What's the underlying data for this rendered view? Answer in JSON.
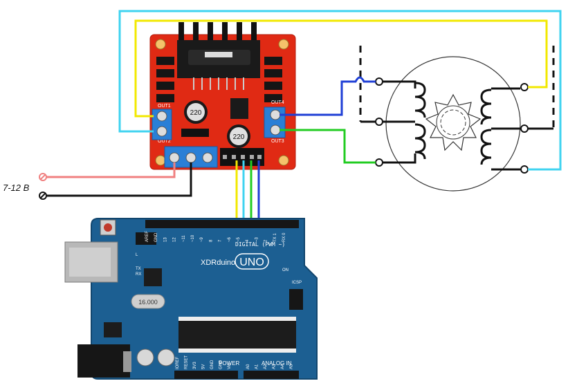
{
  "colors": {
    "wire_cyan": "#3fd3f0",
    "wire_yellow": "#f2e800",
    "wire_blue": "#1f3fd6",
    "wire_green": "#22cc22",
    "wire_pink": "#f08080",
    "wire_black": "#111111",
    "driver_board": "#e02a14",
    "arduino_board": "#1c5f92",
    "terminal_blue": "#2a7fd6"
  },
  "power": {
    "label": "7-12 B"
  },
  "driver": {
    "out1": "OUT1",
    "out2": "OUT2",
    "out3": "OUT3",
    "out4": "OUT4",
    "cap_left": "220",
    "cap_right": "220"
  },
  "arduino": {
    "brand": "XDRduino",
    "model": "UNO",
    "crystal": "16.000",
    "digital_label": "DIGITAL (PWM ~)",
    "power_label": "POWER",
    "analog_label": "ANALOG IN",
    "icsp": "ICSP",
    "on_label": "ON",
    "tx": "TX",
    "rx": "RX",
    "l": "L",
    "digital_pins": [
      "AREF",
      "GND",
      "13",
      "12",
      "~11",
      "~10",
      "~9",
      "8",
      "7",
      "~6",
      "~5",
      "4",
      "~3",
      "2",
      "TX 1",
      "RX 0"
    ],
    "power_pins": [
      "IOREF",
      "RESET",
      "3V3",
      "5V",
      "GND",
      "GND",
      "Vin"
    ],
    "analog_pins": [
      "A0",
      "A1",
      "A2",
      "A3",
      "A4",
      "A5"
    ]
  }
}
